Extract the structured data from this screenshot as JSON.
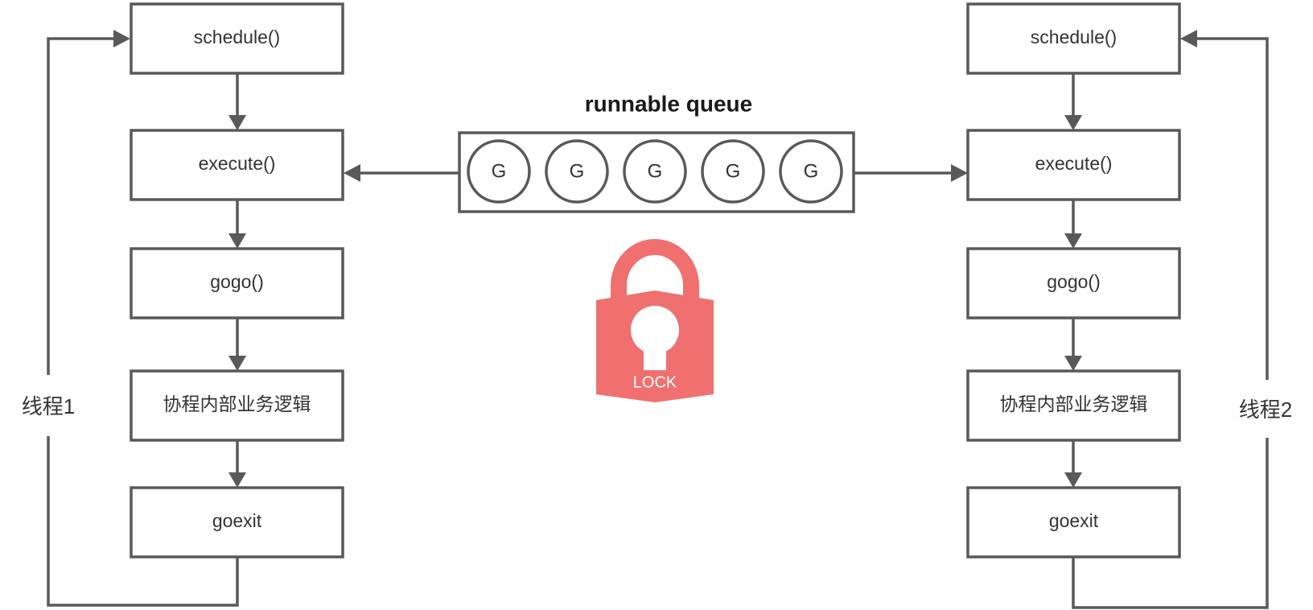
{
  "thread1": {
    "label": "线程1",
    "steps": [
      "schedule()",
      "execute()",
      "gogo()",
      "协程内部业务逻辑",
      "goexit"
    ]
  },
  "thread2": {
    "label": "线程2",
    "steps": [
      "schedule()",
      "execute()",
      "gogo()",
      "协程内部业务逻辑",
      "goexit"
    ]
  },
  "queue": {
    "title": "runnable queue",
    "items": [
      "G",
      "G",
      "G",
      "G",
      "G"
    ]
  },
  "lock": {
    "label": "LOCK",
    "icon": "lock-icon",
    "color": "#f07070"
  },
  "colors": {
    "stroke": "#595959",
    "lock": "#f07070"
  }
}
